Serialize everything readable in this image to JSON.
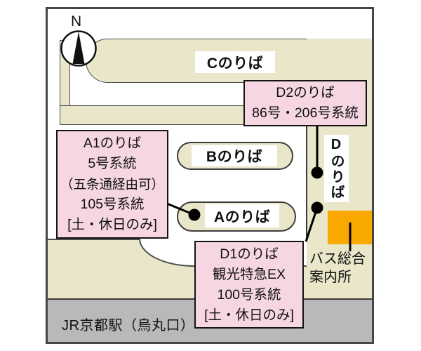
{
  "compass": {
    "north_label": "N"
  },
  "platforms": {
    "c_label": "Cのりば",
    "b_label": "Bのりば",
    "a_label": "Aのりば",
    "d_label_vertical": "Dのりば"
  },
  "callouts": {
    "d2": {
      "lines": [
        "D2のりば",
        "86号・206号系統"
      ]
    },
    "a1": {
      "lines": [
        "A1のりば",
        "5号系統",
        "（五条通経由可）",
        "105号系統",
        "[土・休日のみ]"
      ]
    },
    "d1": {
      "lines": [
        "D1のりば",
        "観光特急EX",
        "100号系統",
        "[土・休日のみ]"
      ]
    }
  },
  "info_center": {
    "lines": [
      "バス総合",
      "案内所"
    ]
  },
  "station": {
    "label": "JR京都駅（烏丸口）"
  },
  "colors": {
    "platform_beige": "#e9e6c9",
    "callout_pink": "#f5d6e2",
    "info_orange": "#f9a800",
    "station_gray": "#b9b9bc",
    "outline_dark": "#4d4d4d"
  }
}
